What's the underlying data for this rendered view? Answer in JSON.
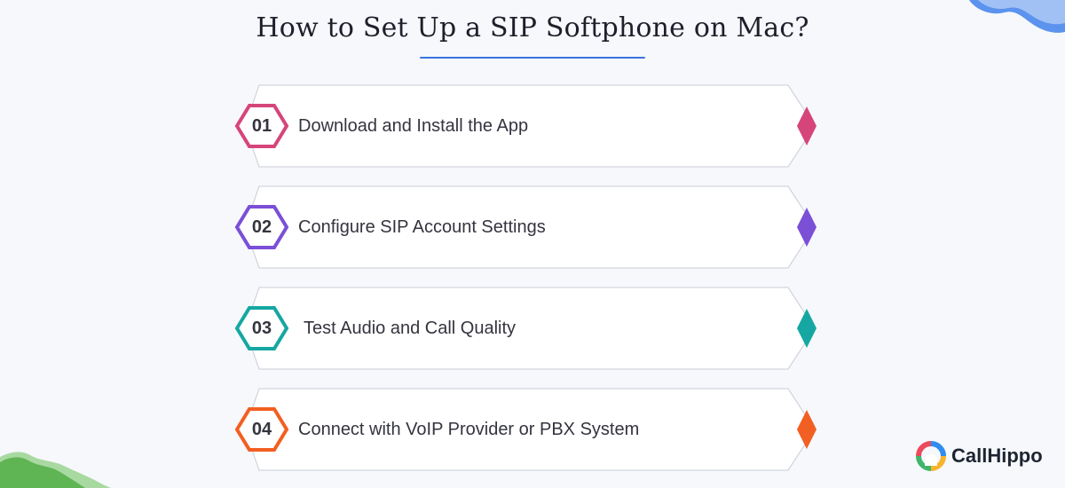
{
  "title": "How to Set Up a SIP Softphone on Mac?",
  "steps": [
    {
      "number": "01",
      "label": "Download and Install the App",
      "color": "#d6457a"
    },
    {
      "number": "02",
      "label": "Configure SIP Account Settings",
      "color": "#7b4fd6"
    },
    {
      "number": "03",
      "label": "Test Audio and Call Quality",
      "color": "#16a7a2"
    },
    {
      "number": "04",
      "label": "Connect with VoIP Provider or PBX System",
      "color": "#f25f22"
    }
  ],
  "logo": {
    "text": "CallHippo"
  },
  "colors": {
    "accent": "#3a74e0",
    "background": "#f6f8fc"
  }
}
